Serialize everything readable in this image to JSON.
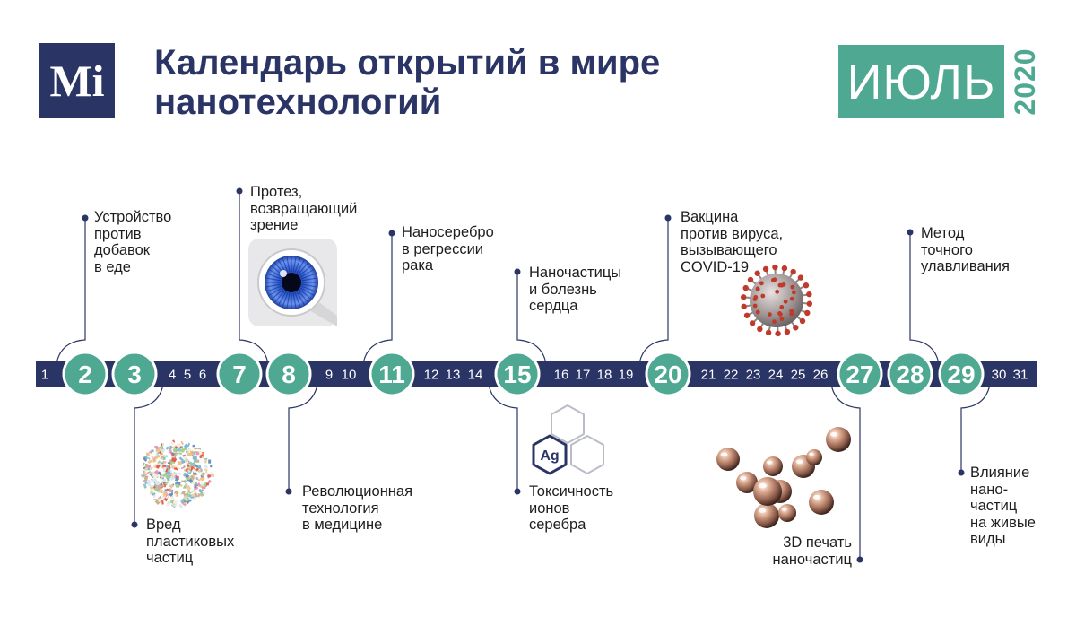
{
  "header": {
    "logo_text": "Mi",
    "title_lines": [
      "Календарь открытий в мире",
      "нанотехнологий"
    ],
    "month": "ИЮЛЬ",
    "year": "2020"
  },
  "colors": {
    "navy": "#2b3565",
    "teal": "#4fa992",
    "text": "#1e1e1e",
    "white": "#ffffff"
  },
  "timeline": {
    "days": [
      {
        "label": "1",
        "highlight": false
      },
      {
        "label": "2",
        "highlight": true
      },
      {
        "label": "3",
        "highlight": true
      },
      {
        "label": "4",
        "highlight": false
      },
      {
        "label": "5",
        "highlight": false
      },
      {
        "label": "6",
        "highlight": false
      },
      {
        "label": "7",
        "highlight": true
      },
      {
        "label": "8",
        "highlight": true
      },
      {
        "label": "9",
        "highlight": false
      },
      {
        "label": "10",
        "highlight": false
      },
      {
        "label": "11",
        "highlight": true
      },
      {
        "label": "12",
        "highlight": false
      },
      {
        "label": "13",
        "highlight": false
      },
      {
        "label": "14",
        "highlight": false
      },
      {
        "label": "15",
        "highlight": true
      },
      {
        "label": "16",
        "highlight": false
      },
      {
        "label": "17",
        "highlight": false
      },
      {
        "label": "18",
        "highlight": false
      },
      {
        "label": "19",
        "highlight": false
      },
      {
        "label": "20",
        "highlight": true
      },
      {
        "label": "21",
        "highlight": false
      },
      {
        "label": "22",
        "highlight": false
      },
      {
        "label": "23",
        "highlight": false
      },
      {
        "label": "24",
        "highlight": false
      },
      {
        "label": "25",
        "highlight": false
      },
      {
        "label": "26",
        "highlight": false
      },
      {
        "label": "27",
        "highlight": true
      },
      {
        "label": "28",
        "highlight": true
      },
      {
        "label": "29",
        "highlight": true
      },
      {
        "label": "30",
        "highlight": false
      },
      {
        "label": "31",
        "highlight": false
      }
    ]
  },
  "events": [
    {
      "day": "2",
      "position": "above",
      "lines": [
        "Устройство",
        "против",
        "добавок",
        "в еде"
      ]
    },
    {
      "day": "3",
      "position": "below",
      "lines": [
        "Вред",
        "пластиковых",
        "частиц"
      ]
    },
    {
      "day": "7",
      "position": "above",
      "lines": [
        "Протез,",
        "возвращающий",
        "зрение"
      ]
    },
    {
      "day": "8",
      "position": "below",
      "lines": [
        "Революционная",
        "технология",
        "в медицине"
      ]
    },
    {
      "day": "11",
      "position": "above",
      "lines": [
        "Наносеребро",
        "в регрессии",
        "рака"
      ]
    },
    {
      "day": "15",
      "position": "above",
      "lines": [
        "Наночастицы",
        "и болезнь",
        "сердца"
      ]
    },
    {
      "day": "15",
      "position": "below",
      "lines": [
        "Токсичность",
        "ионов",
        "серебра"
      ]
    },
    {
      "day": "20",
      "position": "above",
      "lines": [
        "Вакцина",
        "против вируса,",
        "вызывающего",
        "COVID-19"
      ]
    },
    {
      "day": "27",
      "position": "below",
      "lines": [
        "3D печать",
        "наночастиц"
      ]
    },
    {
      "day": "28",
      "position": "above",
      "lines": [
        "Метод",
        "точного",
        "улавливания"
      ]
    },
    {
      "day": "29",
      "position": "below",
      "lines": [
        "Влияние",
        "нано-",
        "частиц",
        "на живые",
        "виды"
      ]
    }
  ],
  "illustrations": {
    "ag_label": "Ag",
    "items": [
      "plastic-particles-image",
      "eye-prosthesis-image",
      "silver-hexagon-icon",
      "coronavirus-image",
      "nanoparticles-3d-image"
    ]
  }
}
